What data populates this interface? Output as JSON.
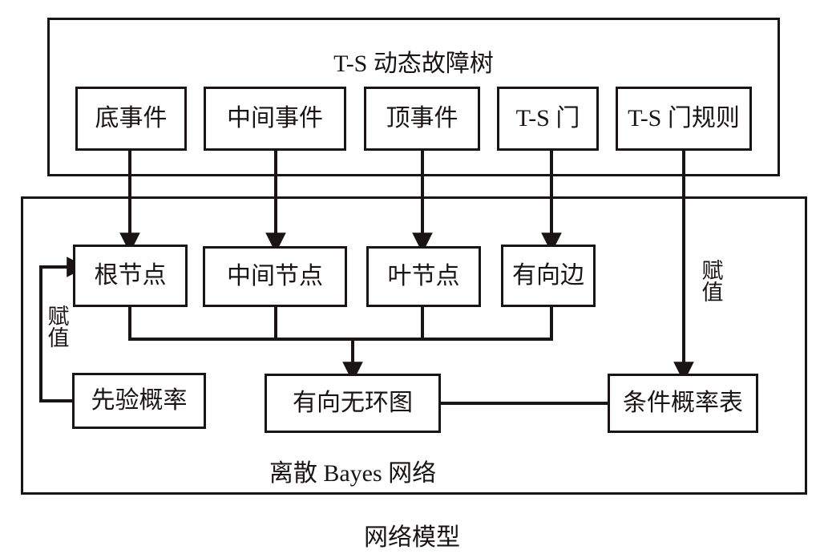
{
  "diagram": {
    "caption": "网络模型",
    "sections": [
      {
        "id": "ts-dynamic-fault-tree",
        "title": "T-S 动态故障树",
        "boxes": [
          {
            "id": "basic-event",
            "label": "底事件"
          },
          {
            "id": "intermediate-event",
            "label": "中间事件"
          },
          {
            "id": "top-event",
            "label": "顶事件"
          },
          {
            "id": "ts-gate",
            "label": "T-S 门"
          },
          {
            "id": "ts-gate-rule",
            "label": "T-S 门规则"
          }
        ]
      },
      {
        "id": "discrete-bayes-network",
        "title": "离散 Bayes 网络",
        "boxes": [
          {
            "id": "root-node",
            "label": "根节点"
          },
          {
            "id": "intermediate-node",
            "label": "中间节点"
          },
          {
            "id": "leaf-node",
            "label": "叶节点"
          },
          {
            "id": "directed-edge",
            "label": "有向边"
          },
          {
            "id": "prior-probability",
            "label": "先验概率"
          },
          {
            "id": "directed-acyclic-graph",
            "label": "有向无环图"
          },
          {
            "id": "conditional-probability-table",
            "label": "条件概率表"
          }
        ]
      }
    ],
    "edge_labels": {
      "left_assignment": "赋值",
      "right_assignment": "赋值"
    },
    "colors": {
      "stroke": "#1a1414",
      "background": "#ffffff"
    }
  }
}
